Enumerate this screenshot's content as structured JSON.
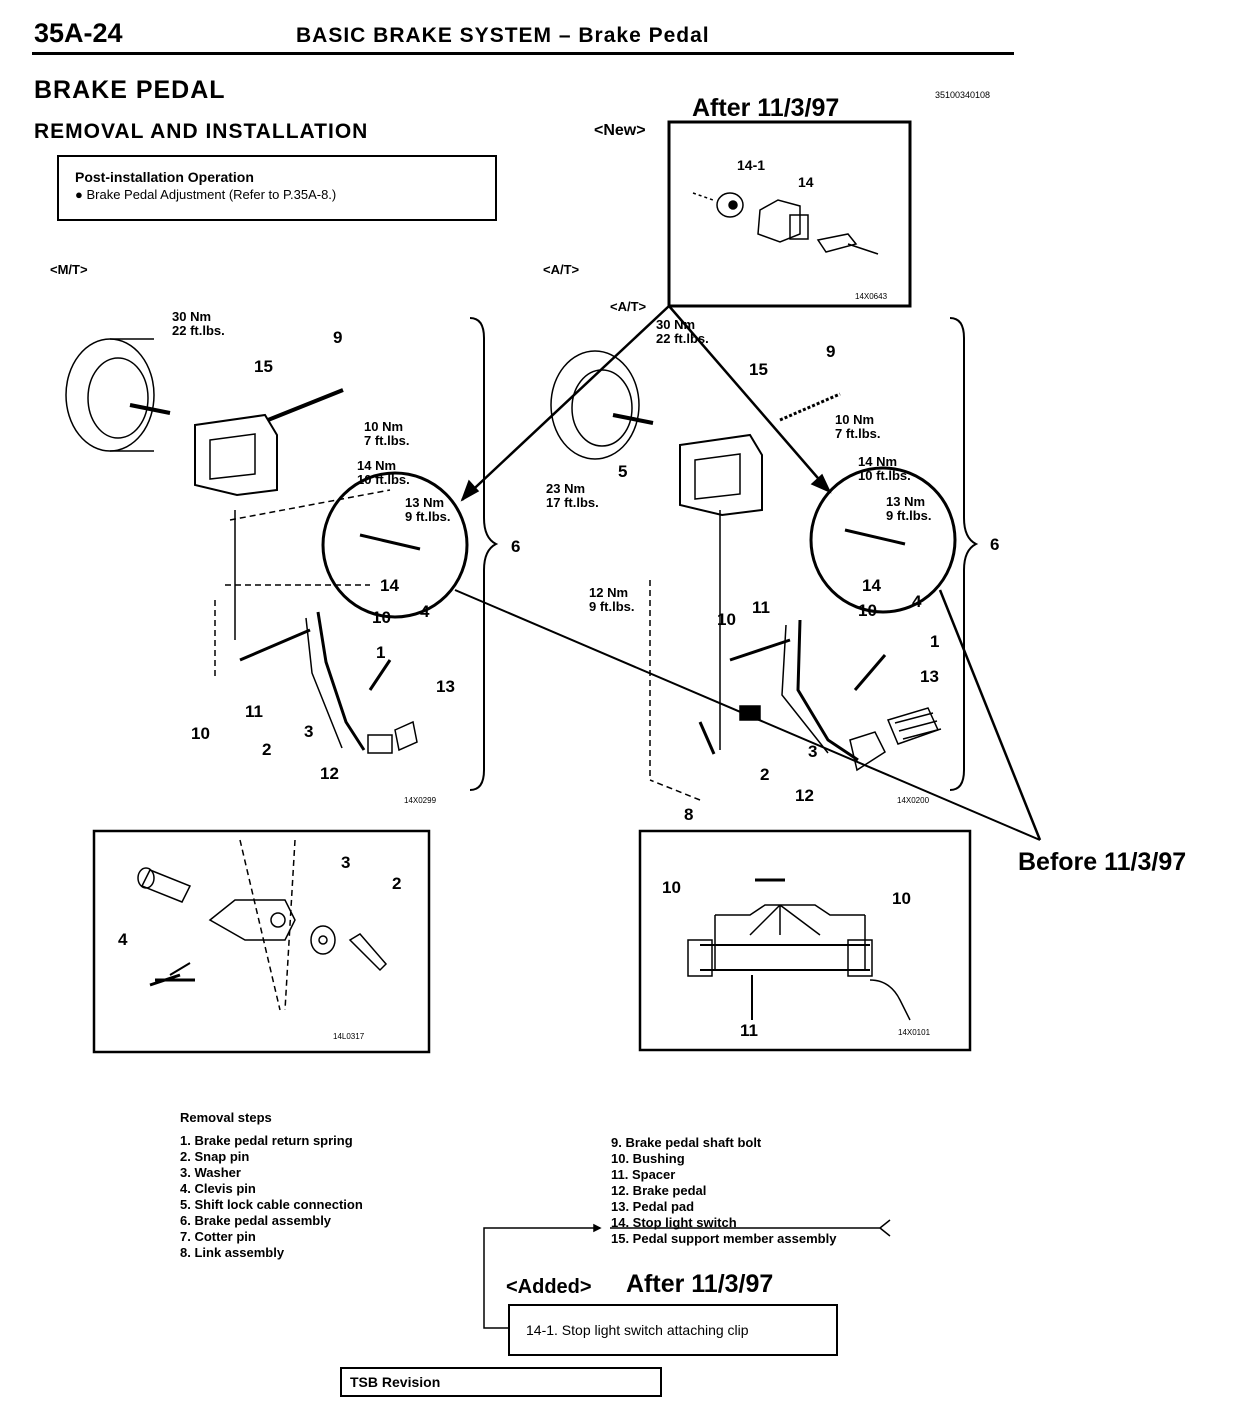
{
  "header": {
    "page_number": "35A-24",
    "title": "BASIC BRAKE SYSTEM – Brake Pedal"
  },
  "section": {
    "title": "BRAKE PEDAL",
    "subtitle": "REMOVAL AND INSTALLATION",
    "doc_code": "35100340108"
  },
  "post_install": {
    "title": "Post-installation Operation",
    "item": "●   Brake Pedal Adjustment (Refer to P.35A-8.)"
  },
  "variants": {
    "mt": "<M/T>",
    "at": "<A/T>",
    "at_small": "<A/T>",
    "new": "<New>"
  },
  "revision": {
    "after_top": "After 11/3/97",
    "before": "Before 11/3/97",
    "added": "<Added>",
    "after_bottom": "After 11/3/97"
  },
  "torque": {
    "mt_30": "30 Nm\n22 ft.lbs.",
    "mt_10": "10 Nm\n7 ft.lbs.",
    "mt_14": "14 Nm\n10 ft.lbs.",
    "mt_13": "13 Nm\n9 ft.lbs.",
    "at_30": "30 Nm\n22 ft.lbs.",
    "at_10": "10 Nm\n7 ft.lbs.",
    "at_14": "14 Nm\n10 ft.lbs.",
    "at_13": "13 Nm\n9 ft.lbs.",
    "at_23": "23 Nm\n17 ft.lbs.",
    "at_12": "12 Nm\n9 ft.lbs."
  },
  "part_numbers": {
    "mt": {
      "p15": "15",
      "p9": "9",
      "p14": "14",
      "p6": "6",
      "p4": "4",
      "p10a": "10",
      "p1": "1",
      "p13": "13",
      "p10b": "10",
      "p11": "11",
      "p3": "3",
      "p2": "2",
      "p12": "12"
    },
    "at": {
      "p15": "15",
      "p9": "9",
      "p5": "5",
      "p14": "14",
      "p6": "6",
      "p4": "4",
      "p10a": "10",
      "p10b": "10",
      "p11": "11",
      "p1": "1",
      "p13": "13",
      "p3": "3",
      "p2": "2",
      "p12": "12",
      "p8": "8"
    },
    "new": {
      "p14_1": "14-1",
      "p14": "14"
    },
    "detail_left": {
      "p3": "3",
      "p2": "2",
      "p4": "4"
    },
    "detail_right": {
      "p10a": "10",
      "p10b": "10",
      "p11": "11"
    }
  },
  "figure_codes": {
    "new": "14X0643",
    "mt": "14X0299",
    "at": "14X0200",
    "detail_left": "14L0317",
    "detail_right": "14X0101"
  },
  "removal_steps": {
    "title": "Removal steps",
    "left": [
      "1. Brake pedal return spring",
      "2. Snap pin",
      "3. Washer",
      "4. Clevis pin",
      "5. Shift lock cable connection",
      "6. Brake pedal assembly",
      "7. Cotter pin",
      "8. Link assembly"
    ],
    "right": [
      "9. Brake pedal shaft bolt",
      "10. Bushing",
      "11. Spacer",
      "12. Brake pedal",
      "13. Pedal pad",
      "14. Stop light switch",
      "15. Pedal support member assembly"
    ]
  },
  "added_item": "14-1. Stop light switch attaching clip",
  "tsb": "TSB Revision"
}
